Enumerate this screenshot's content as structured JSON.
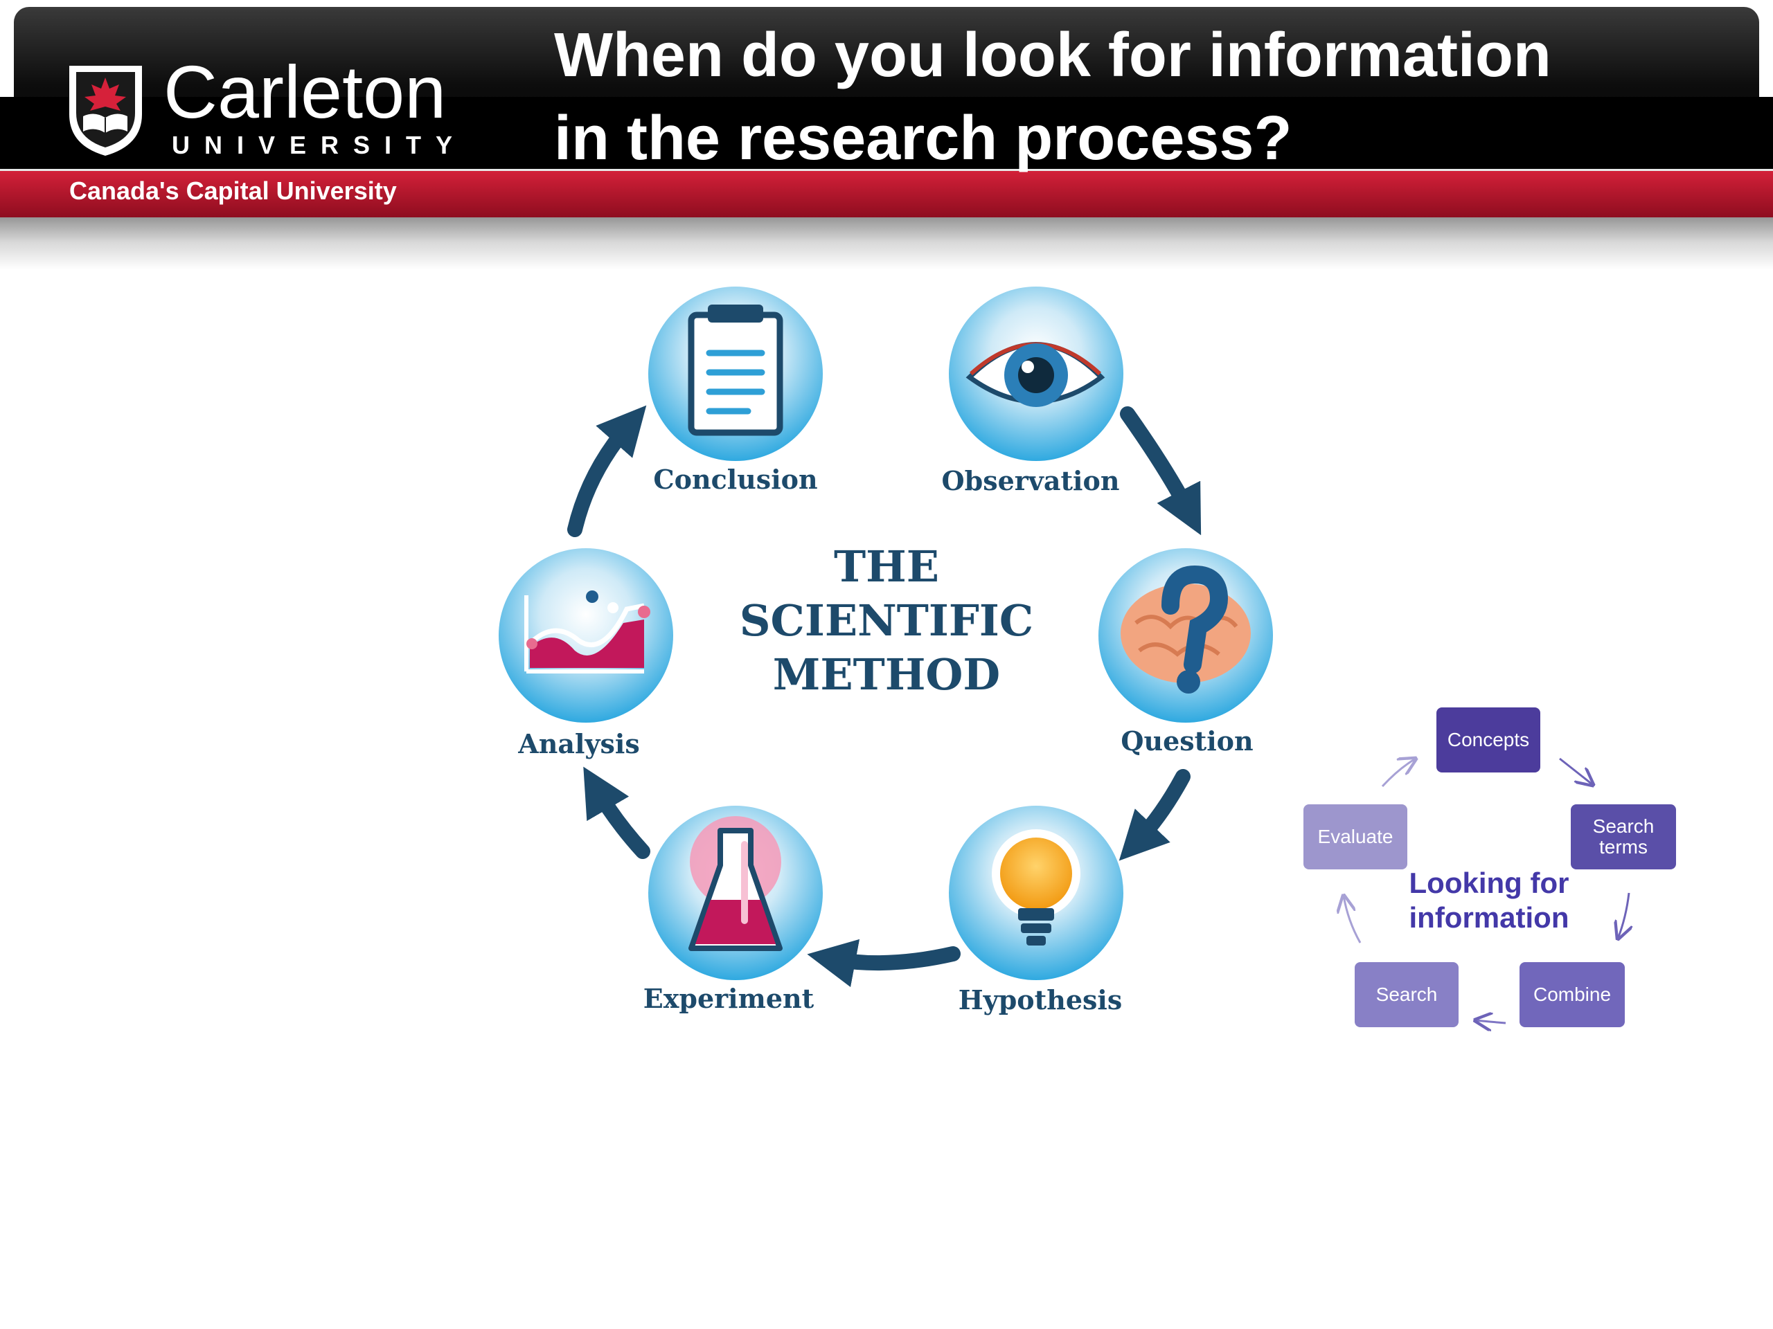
{
  "header": {
    "title_line1": "When do you look for information",
    "title_line2": "in the research process?",
    "logo_wordmark": "Carleton",
    "logo_subtitle": "UNIVERSITY",
    "tagline": "Canada's Capital University"
  },
  "scientific_method": {
    "center_line1": "THE",
    "center_line2": "SCIENTIFIC",
    "center_line3": "METHOD",
    "steps": [
      {
        "label": "Observation",
        "icon": "eye-icon"
      },
      {
        "label": "Question",
        "icon": "brain-question-icon"
      },
      {
        "label": "Hypothesis",
        "icon": "lightbulb-icon"
      },
      {
        "label": "Experiment",
        "icon": "flask-icon"
      },
      {
        "label": "Analysis",
        "icon": "chart-icon"
      },
      {
        "label": "Conclusion",
        "icon": "clipboard-icon"
      }
    ]
  },
  "info_cycle": {
    "center_line1": "Looking for",
    "center_line2": "information",
    "steps": {
      "concepts": "Concepts",
      "search_terms_1": "Search",
      "search_terms_2": "terms",
      "combine": "Combine",
      "search": "Search",
      "evaluate": "Evaluate"
    }
  },
  "colors": {
    "header_black": "#0b0b0b",
    "header_red": "#b3142a",
    "navy": "#1d4a6b",
    "circle_blue": "#43b4e6",
    "cycle_purple_dark": "#4c3c9c",
    "cycle_purple_light": "#9d96cd"
  }
}
